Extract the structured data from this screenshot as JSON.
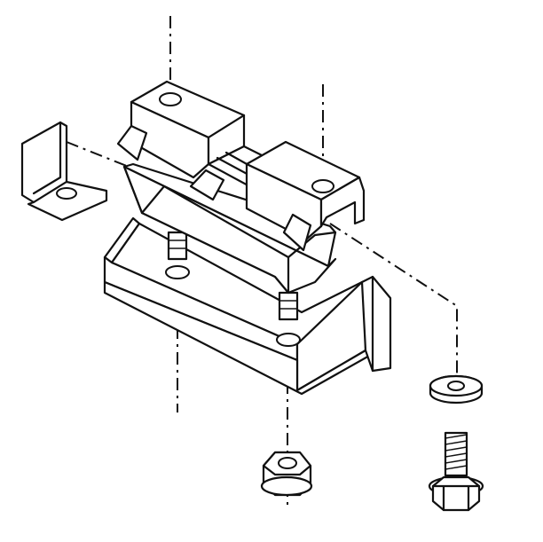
{
  "diagram": {
    "parts": [
      {
        "name": "upper-support-bracket"
      },
      {
        "name": "rubber-insulator"
      },
      {
        "name": "angle-bracket"
      },
      {
        "name": "lower-crossmember-bracket"
      },
      {
        "name": "mounting-studs"
      },
      {
        "name": "flange-nut"
      },
      {
        "name": "washer"
      },
      {
        "name": "flange-bolt"
      }
    ],
    "line_color": "#111111",
    "background": "#ffffff"
  }
}
